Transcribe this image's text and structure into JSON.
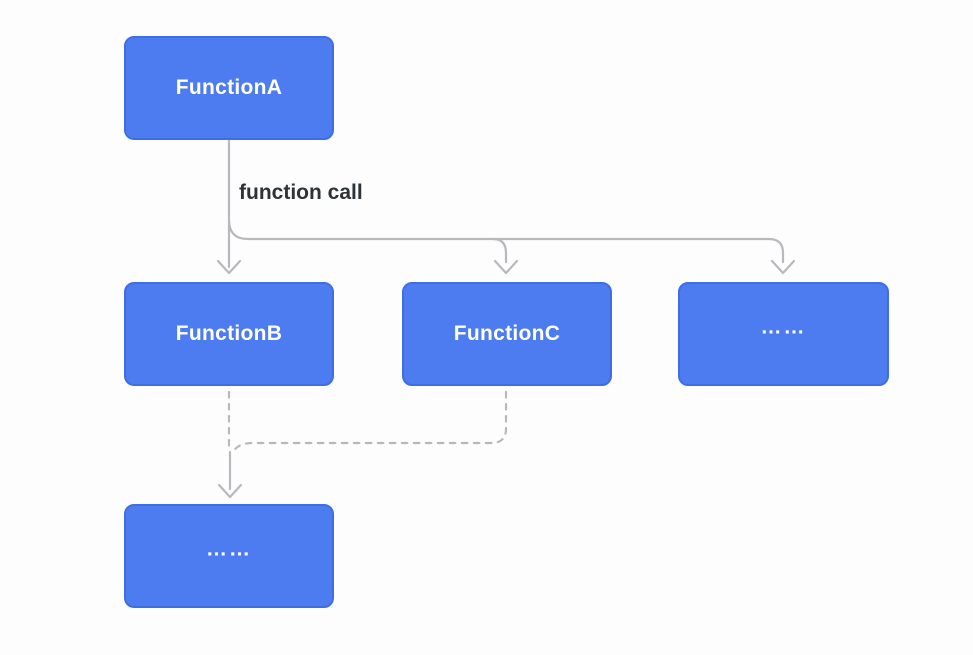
{
  "diagram": {
    "nodes": [
      {
        "id": "function-a",
        "label": "FunctionA"
      },
      {
        "id": "function-b",
        "label": "FunctionB"
      },
      {
        "id": "function-c",
        "label": "FunctionC"
      },
      {
        "id": "more-callees",
        "label": "……"
      },
      {
        "id": "more-nested-callees",
        "label": "……"
      }
    ],
    "edge_label": "function call",
    "colors": {
      "background": "#fdfdfe",
      "node_fill": "#4d7cf0",
      "node_border": "#3f6de4",
      "node_text": "#ffffff",
      "connector": "#b7b9bd",
      "label_text": "#2e3338"
    }
  }
}
